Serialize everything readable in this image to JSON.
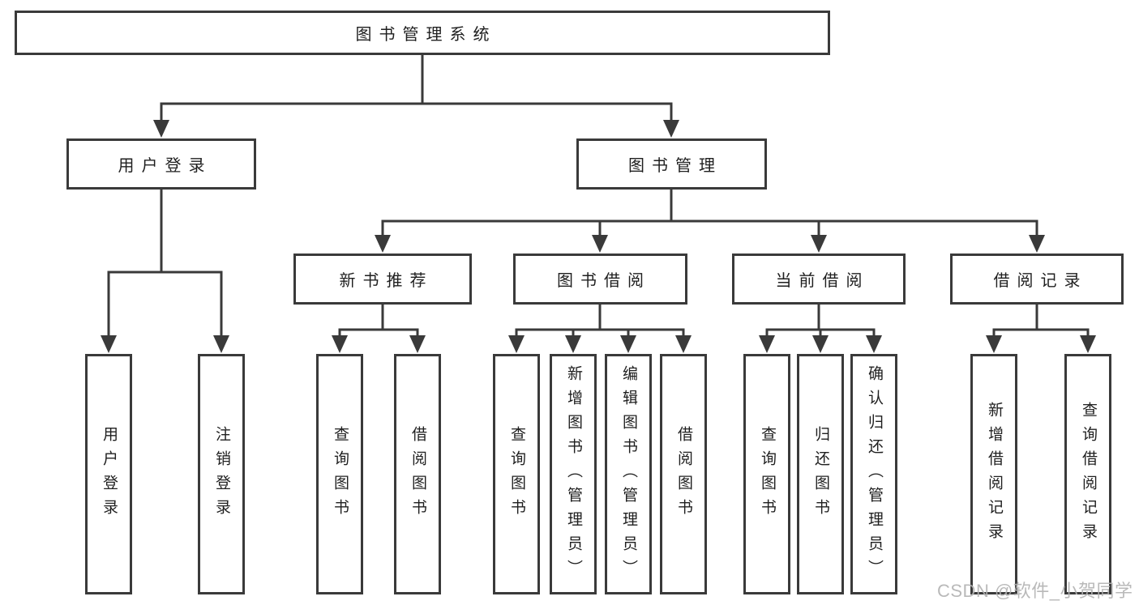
{
  "colors": {
    "background": "#ffffff",
    "line": "#3a3a3a",
    "text": "#1f1f1f",
    "watermark": "#b2b2b2"
  },
  "diagram": {
    "root": {
      "label": "图书管理系统"
    },
    "level2": [
      {
        "label": "用户登录"
      },
      {
        "label": "图书管理"
      }
    ],
    "level3": [
      {
        "label": "新书推荐",
        "parent": "图书管理"
      },
      {
        "label": "图书借阅",
        "parent": "图书管理"
      },
      {
        "label": "当前借阅",
        "parent": "图书管理"
      },
      {
        "label": "借阅记录",
        "parent": "图书管理"
      }
    ],
    "leaves": [
      {
        "label": "用户登录",
        "parent": "用户登录"
      },
      {
        "label": "注销登录",
        "parent": "用户登录"
      },
      {
        "label": "查询图书",
        "parent": "新书推荐"
      },
      {
        "label": "借阅图书",
        "parent": "新书推荐"
      },
      {
        "label": "查询图书",
        "parent": "图书借阅"
      },
      {
        "label": "新增图书（管理员）",
        "parent": "图书借阅"
      },
      {
        "label": "编辑图书（管理员）",
        "parent": "图书借阅"
      },
      {
        "label": "借阅图书",
        "parent": "图书借阅"
      },
      {
        "label": "查询图书",
        "parent": "当前借阅"
      },
      {
        "label": "归还图书",
        "parent": "当前借阅"
      },
      {
        "label": "确认归还（管理员）",
        "parent": "当前借阅"
      },
      {
        "label": "新增借阅记录",
        "parent": "借阅记录"
      },
      {
        "label": "查询借阅记录",
        "parent": "借阅记录"
      }
    ]
  },
  "watermark": {
    "text": "CSDN @软件_小贺同学"
  }
}
